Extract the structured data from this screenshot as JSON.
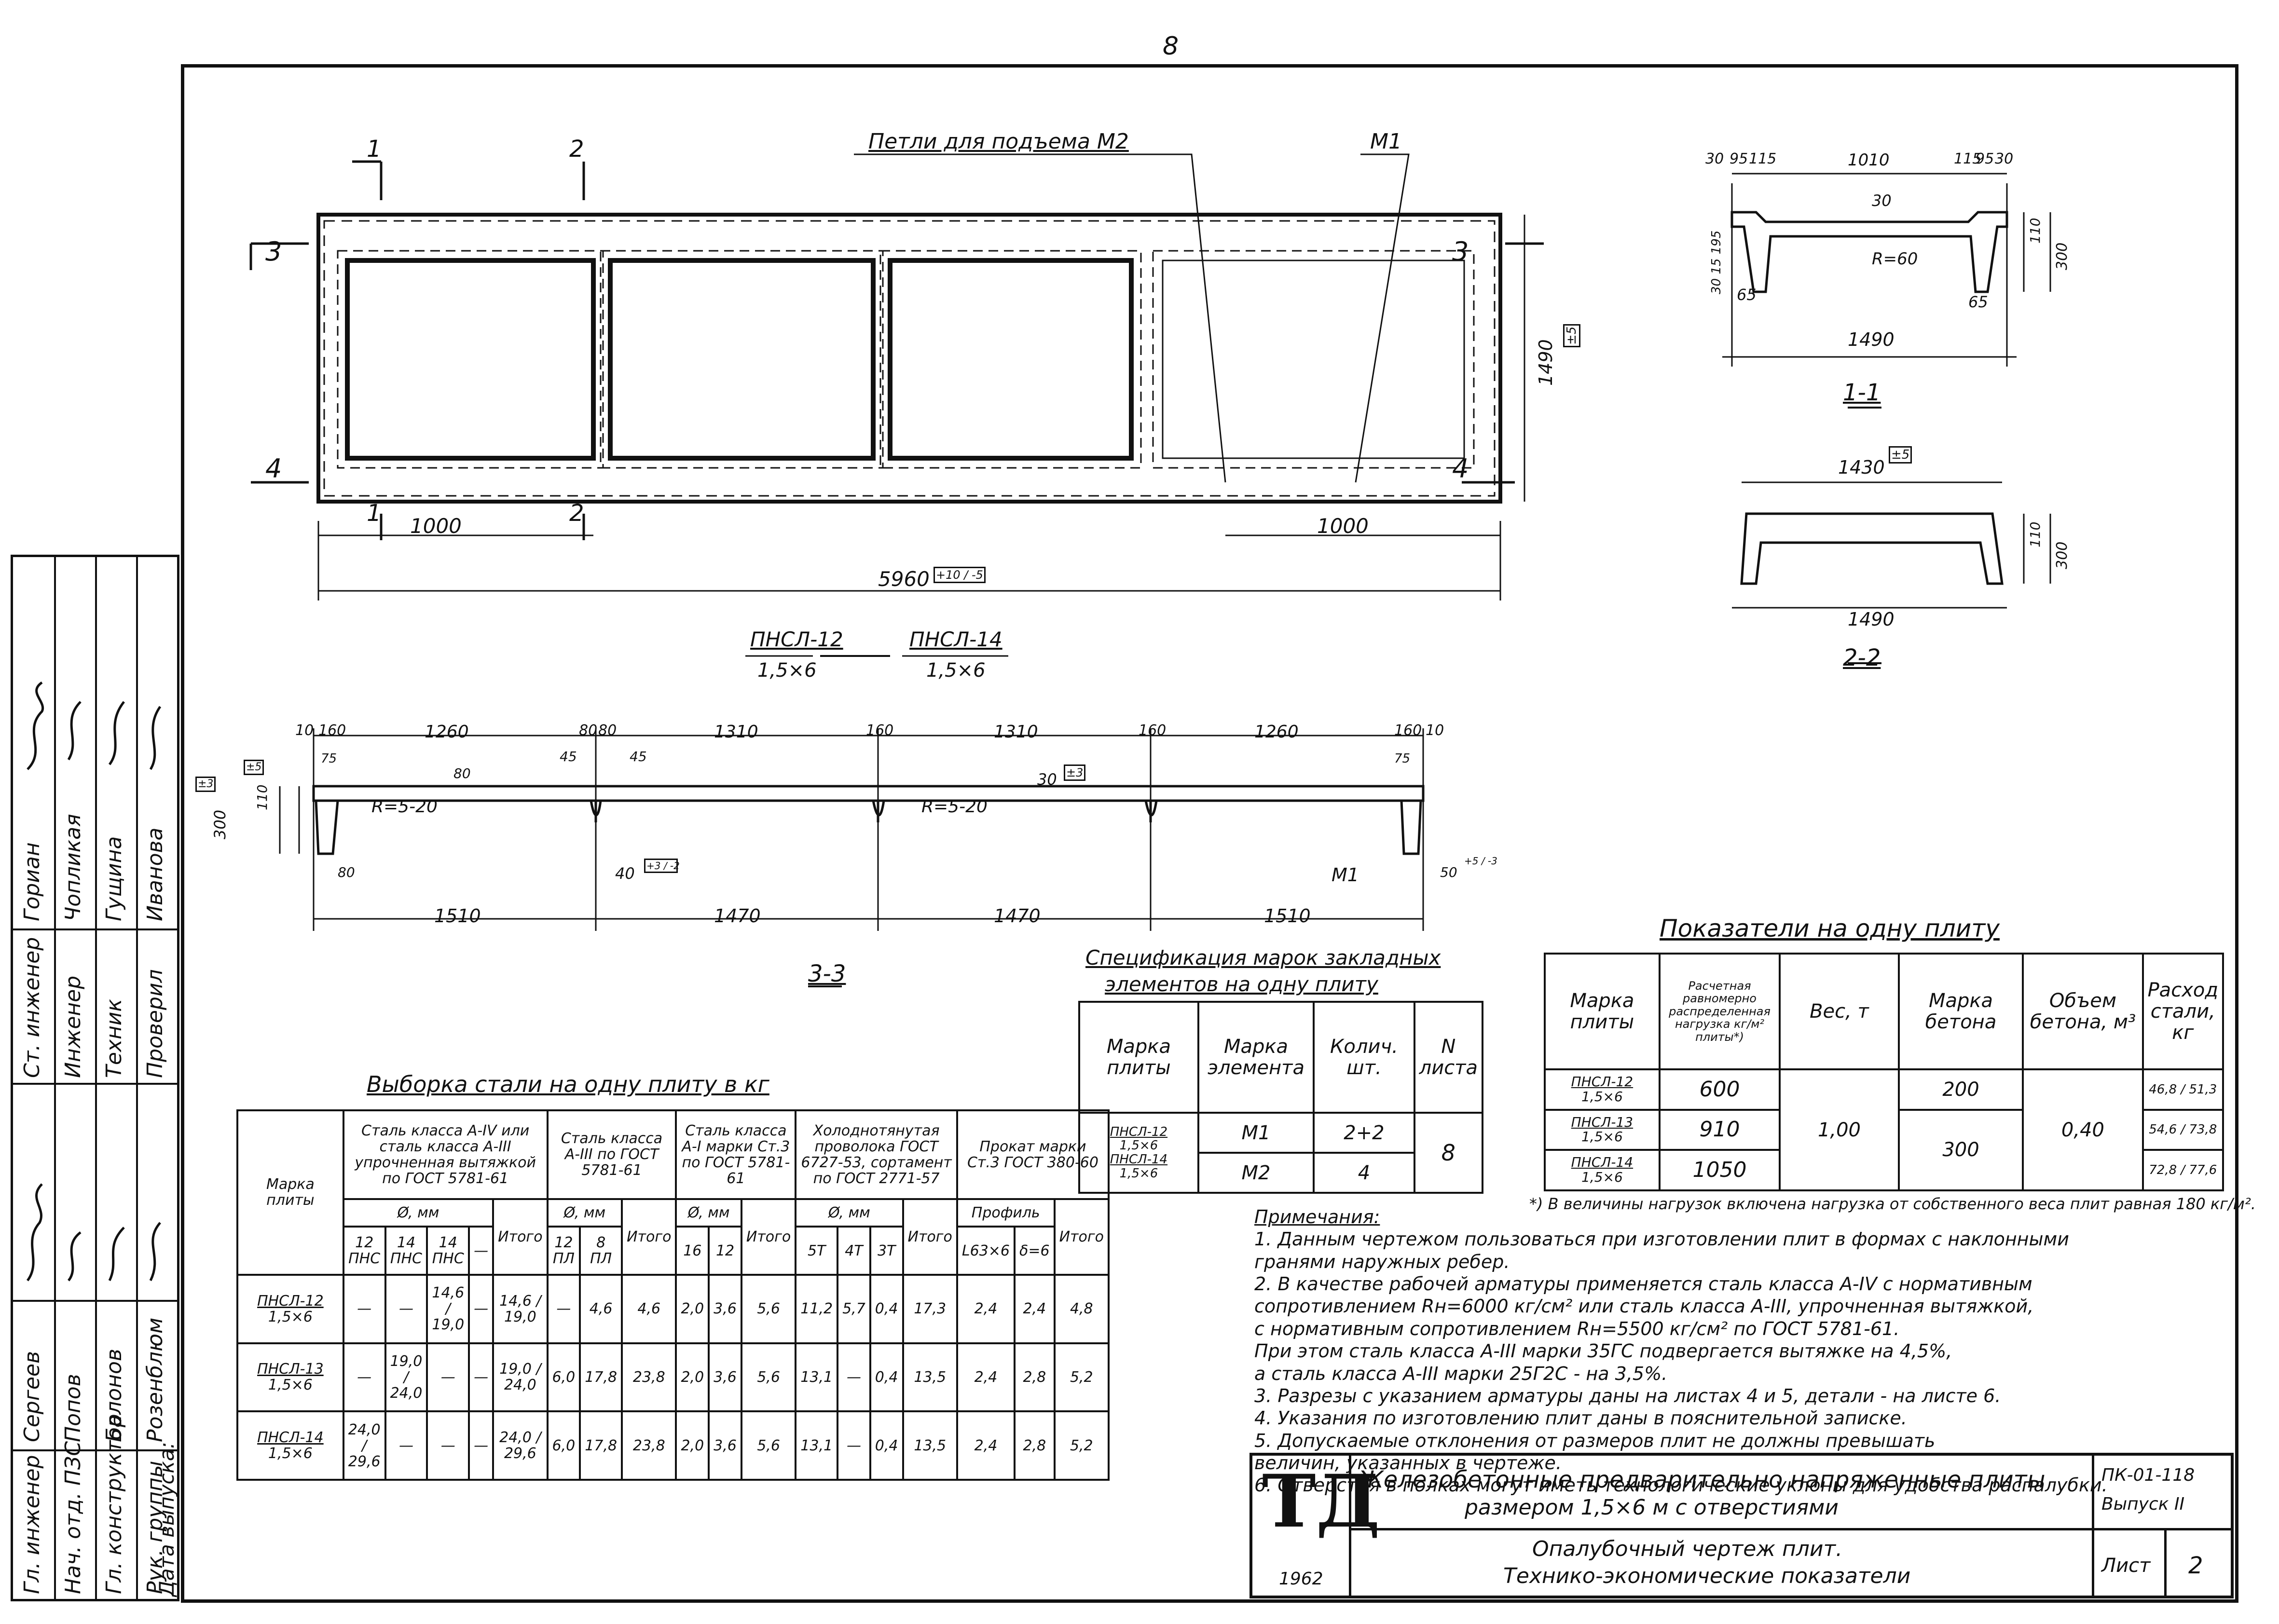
{
  "page_number": "8",
  "plan": {
    "label_loops": "Петли для подъема М2",
    "label_m1": "М1",
    "section_marks": {
      "s1": "1",
      "s2": "2",
      "s3": "3",
      "s4": "4"
    },
    "dim_left": "1000",
    "dim_right": "1000",
    "dim_total": "5960",
    "dim_total_tol": "+10 / -5",
    "dim_height": "1490",
    "dim_height_tol": "±5",
    "marks_line1a": "ПНСЛ-12",
    "marks_line1b": "ПНСЛ-14",
    "marks_line2a": "1,5×6",
    "marks_line2b": "1,5×6"
  },
  "section_1_1": {
    "title": "1-1",
    "dims_top": [
      "30",
      "95",
      "115",
      "1010",
      "115",
      "95",
      "30"
    ],
    "dim_30": "30",
    "dim_r": "R=60",
    "dim_65l": "65",
    "dim_65r": "65",
    "dim_width": "1490",
    "dim_left_v": "30 15 195",
    "dim_110": "110",
    "dim_300": "300"
  },
  "section_2_2": {
    "title": "2-2",
    "dim_top": "1430",
    "dim_top_tol": "±5",
    "dim_width": "1490",
    "dim_110": "110",
    "dim_300": "300"
  },
  "section_3_3": {
    "title": "3-3",
    "dims_top": [
      "10",
      "160",
      "1260",
      "80",
      "80",
      "1310",
      "160",
      "1310",
      "160",
      "1260",
      "160",
      "10"
    ],
    "dim_45a": "45",
    "dim_45b": "45",
    "dim_80": "80",
    "dim_110": "110",
    "dim_r1": "R=5-20",
    "dim_r2": "R=5-20",
    "dim_30": "30",
    "dim_30_tol": "±3",
    "dim_75l": "75",
    "dim_75r": "75",
    "dim_300": "300",
    "dim_tol_left": "±3",
    "dim_tol_left2": "±5",
    "dim_80b": "80",
    "dim_40": "40",
    "dim_40_tol": "+3 / -2",
    "dim_50": "50",
    "dim_50_tol": "+5 / -3",
    "label_m1": "М1",
    "dims_bottom": [
      "1510",
      "1470",
      "1470",
      "1510"
    ]
  },
  "steel_table": {
    "title": "Выборка стали на одну плиту в кг",
    "h_mark": "Марка плиты",
    "h_group1": "Сталь класса А-IV или сталь класса А-III упрочненная вытяжкой по ГОСТ 5781-61",
    "h_group2": "Сталь класса А-III по ГОСТ 5781-61",
    "h_group3": "Сталь класса А-I марки Ст.3 по ГОСТ 5781-61",
    "h_group4": "Холоднотянутая проволока ГОСТ 6727-53, сортамент по ГОСТ 2771-57",
    "h_group5": "Прокат марки Ст.3 ГОСТ 380-60",
    "h_dia": "Ø, мм",
    "h_total": "Итого",
    "h_profile": "Профиль",
    "sub1": [
      "12 ПНС",
      "14 ПНС",
      "14 ПНС",
      "—"
    ],
    "sub2": [
      "12 ПЛ",
      "8 ПЛ"
    ],
    "sub3": [
      "16",
      "12"
    ],
    "sub4": [
      "5Т",
      "4Т",
      "3Т"
    ],
    "sub5": [
      "L63×6",
      "δ=6"
    ],
    "rows": [
      {
        "mark": "ПНСЛ-12",
        "size": "1,5×6",
        "c": [
          "—",
          "—",
          "14,6 / 19,0",
          "—",
          "14,6 / 19,0",
          "—",
          "4,6",
          "4,6",
          "2,0",
          "3,6",
          "5,6",
          "11,2",
          "5,7",
          "0,4",
          "17,3",
          "2,4",
          "2,4",
          "4,8"
        ]
      },
      {
        "mark": "ПНСЛ-13",
        "size": "1,5×6",
        "c": [
          "—",
          "19,0 / 24,0",
          "—",
          "—",
          "19,0 / 24,0",
          "6,0",
          "17,8",
          "23,8",
          "2,0",
          "3,6",
          "5,6",
          "13,1",
          "—",
          "0,4",
          "13,5",
          "2,4",
          "2,8",
          "5,2"
        ]
      },
      {
        "mark": "ПНСЛ-14",
        "size": "1,5×6",
        "c": [
          "24,0 / 29,6",
          "—",
          "—",
          "—",
          "24,0 / 29,6",
          "6,0",
          "17,8",
          "23,8",
          "2,0",
          "3,6",
          "5,6",
          "13,1",
          "—",
          "0,4",
          "13,5",
          "2,4",
          "2,8",
          "5,2"
        ]
      }
    ]
  },
  "spec_table": {
    "title_line1": "Спецификация марок закладных",
    "title_line2": "элементов на одну плиту",
    "headers": [
      "Марка плиты",
      "Марка элемента",
      "Колич. шт.",
      "N листа"
    ],
    "row1": {
      "mark1": "ПНСЛ-12",
      "size1": "1,5×6",
      "mark2": "ПНСЛ-14",
      "size2": "1,5×6",
      "el1": "М1",
      "el2": "М2",
      "q1": "2+2",
      "q2": "4",
      "sheet": "8"
    }
  },
  "indicators_table": {
    "title": "Показатели на одну плиту",
    "headers": [
      "Марка плиты",
      "Расчетная равномерно распределенная нагрузка кг/м² плиты*)",
      "Вес, т",
      "Марка бетона",
      "Объем бетона, м³",
      "Расход стали, кг"
    ],
    "rows": [
      {
        "mark": "ПНСЛ-12",
        "size": "1,5×6",
        "load": "600",
        "steel": "46,8 / 51,3"
      },
      {
        "mark": "ПНСЛ-13",
        "size": "1,5×6",
        "load": "910",
        "steel": "54,6 / 73,8"
      },
      {
        "mark": "ПНСЛ-14",
        "size": "1,5×6",
        "load": "1050",
        "steel": "72,8 / 77,6"
      }
    ],
    "weight": "1,00",
    "concrete_200": "200",
    "concrete_300": "300",
    "volume": "0,40"
  },
  "footnote": "*) В величины нагрузок включена нагрузка от собственного веса плит равная 180 кг/м².",
  "notes": {
    "title": "Примечания:",
    "lines": [
      "1. Данным чертежом пользоваться при изготовлении плит в формах с наклонными",
      "гранями наружных ребер.",
      "2. В качестве рабочей арматуры применяется сталь класса А-IV с нормативным",
      "сопротивлением Rн=6000 кг/см² или сталь класса А-III, упрочненная вытяжкой,",
      "с нормативным сопротивлением Rн=5500 кг/см² по ГОСТ 5781-61.",
      "При этом сталь класса А-III марки 35ГС подвергается вытяжке на 4,5%,",
      "а сталь класса А-III марки 25Г2С - на 3,5%.",
      "3. Разрезы с указанием арматуры даны на листах 4 и 5, детали - на листе 6.",
      "4. Указания по изготовлению плит даны в пояснительной записке.",
      "5. Допускаемые отклонения от размеров плит не должны превышать",
      "величин, указанных в чертеже.",
      "6. Отверстия в полках могут иметь технологические уклоны для удобства распалубки."
    ]
  },
  "title_block": {
    "logo": "ТД",
    "year": "1962",
    "title_line1": "Железобетонные предварительно напряженные плиты",
    "title_line2": "размером 1,5×6 м с отверстиями",
    "sub_line1": "Опалубочный чертеж плит.",
    "sub_line2": "Технико-экономические показатели",
    "code": "ПК-01-118",
    "issue": "Выпуск II",
    "sheet_label": "Лист",
    "sheet_no": "2"
  },
  "stamp": {
    "roles": [
      "Гл. инженер",
      "Нач. отд. ПЗС",
      "Гл. конструктор",
      "Рук. группы",
      "Ст. инженер",
      "Инженер",
      "Техник",
      "Проверил"
    ],
    "names": [
      "Сергеев",
      "Попов",
      "Балонов",
      "Розенблюм",
      "Гориан",
      "Чопликая",
      "Гущина",
      "Иванова"
    ],
    "date_label": "Дата выпуска:"
  }
}
